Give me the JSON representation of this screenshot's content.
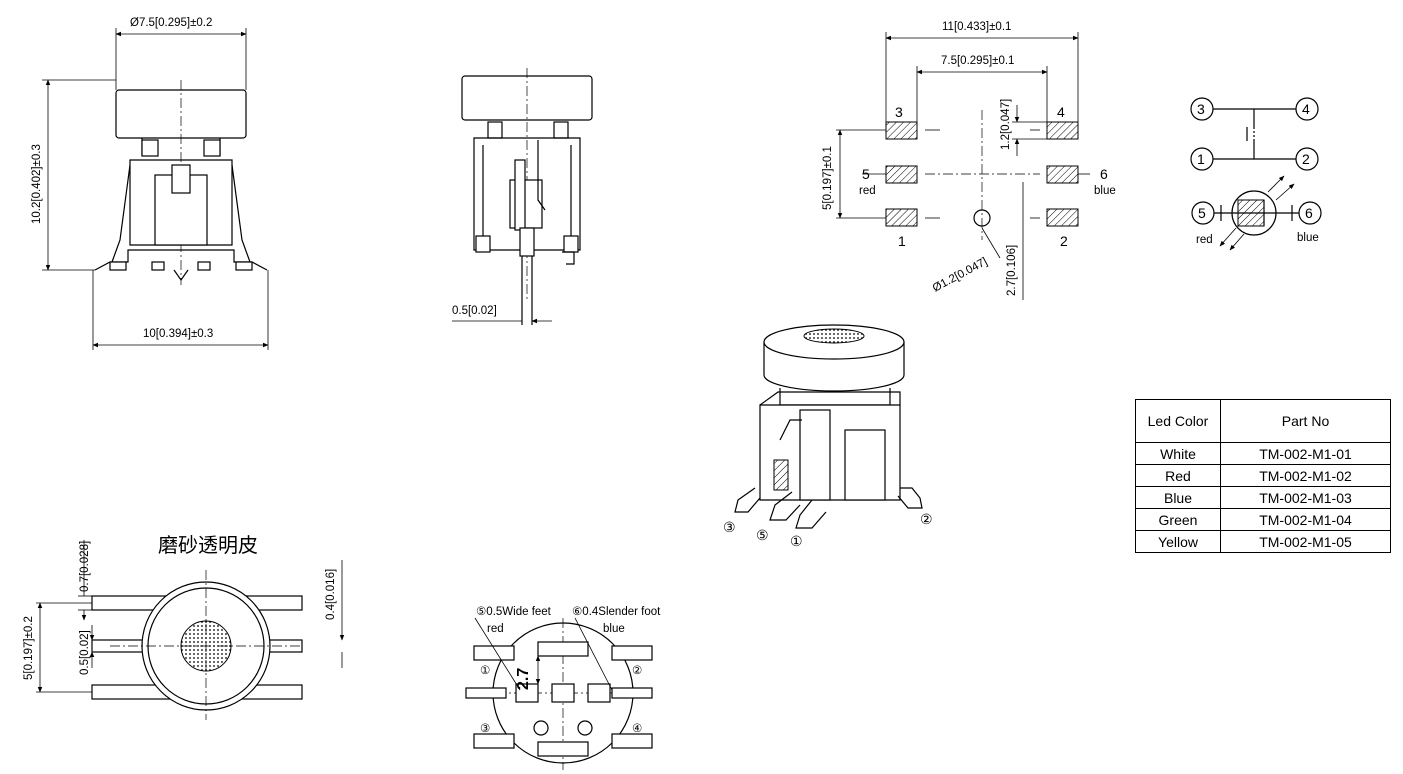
{
  "front_view": {
    "top_width": "Ø7.5[0.295]±0.2",
    "height": "10.2[0.402]±0.3",
    "base_width": "10[0.394]±0.3"
  },
  "side_view": {
    "lead": "0.5[0.02]"
  },
  "pcb_layout": {
    "overall": "11[0.433]±0.1",
    "inner": "7.5[0.295]±0.1",
    "pitch": "5[0.197]±0.1",
    "pad_height": "1.2[0.047]",
    "hole": "Ø1.2[0.047]",
    "offset": "2.7[0.106]",
    "pin3": "3",
    "pin4": "4",
    "pin5": "5",
    "pin6": "6",
    "pin1": "1",
    "pin2": "2",
    "red": "red",
    "blue": "blue"
  },
  "schematic": {
    "n3": "3",
    "n4": "4",
    "n1": "1",
    "n2": "2",
    "n5": "5",
    "n6": "6",
    "red": "red",
    "blue": "blue"
  },
  "iso_view": {
    "p3": "③",
    "p5": "⑤",
    "p1": "①",
    "p2": "②"
  },
  "top_view": {
    "note": "磨砂透明皮",
    "d1": "0.7[0.028]",
    "d2": "0.4[0.016]",
    "d3": "5[0.197]±0.2",
    "d4": "0.5[0.02]"
  },
  "bottom_view": {
    "feet5": "⑤0.5Wide feet",
    "feet6": "⑥0.4Slender foot",
    "red": "red",
    "blue": "blue",
    "dim": "2.7",
    "c1": "①",
    "c2": "②",
    "c3": "③",
    "c4": "④"
  },
  "parts_table": {
    "headers": [
      "Led Color",
      "Part No"
    ],
    "rows": [
      [
        "White",
        "TM-002-M1-01"
      ],
      [
        "Red",
        "TM-002-M1-02"
      ],
      [
        "Blue",
        "TM-002-M1-03"
      ],
      [
        "Green",
        "TM-002-M1-04"
      ],
      [
        "Yellow",
        "TM-002-M1-05"
      ]
    ]
  }
}
